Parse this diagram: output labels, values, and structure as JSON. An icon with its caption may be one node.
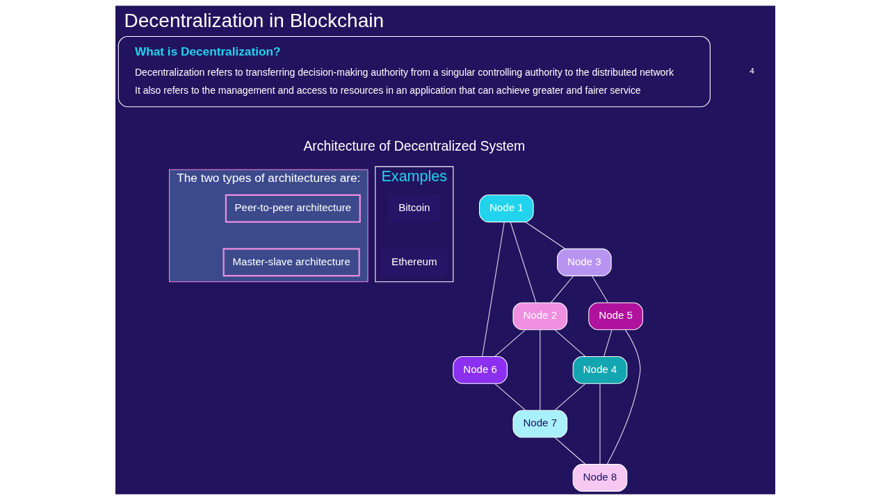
{
  "diagram": {
    "title": "Decentralization in Blockchain",
    "nodes": [
      {
        "text": [
          "What is Decentralization?",
          "Decentralization refers to transferring decision-making authority from a singular controlling authority to the distributed network",
          "It also refers to the management and access to resources in an application that can achieve greater and fairer service"
        ]
      },
      {
        "text": [
          "The two types of architectures are:"
        ]
      },
      {
        "text": [
          "Peer-to-peer architecture"
        ],
        "in": 1
      },
      {
        "text": [
          "Master-slave architecture"
        ],
        "in": 1
      },
      {
        "text": [
          "Node 1"
        ]
      },
      {
        "text": [
          "Node 2"
        ]
      },
      {
        "text": [
          "Node 3"
        ]
      },
      {
        "text": [
          "Node 4"
        ]
      },
      {
        "text": [
          "Node 5"
        ]
      },
      {
        "text": [
          "Node 6"
        ]
      },
      {
        "text": [
          "Node 7"
        ]
      },
      {
        "text": [
          "Node 8"
        ]
      },
      {
        "text": [
          "Examples"
        ]
      },
      {
        "text": [
          "Bitcoin"
        ],
        "in": 12
      },
      {
        "text": [
          "Ethereum"
        ],
        "in": 12
      }
    ],
    "edges": [
      {
        "from": 4,
        "to": 6,
        "arrow": "none"
      },
      {
        "from": 4,
        "to": 5,
        "arrow": "none"
      },
      {
        "from": 4,
        "to": 9,
        "arrow": "none"
      },
      {
        "from": 6,
        "to": 5,
        "arrow": "none"
      },
      {
        "from": 6,
        "to": 8,
        "arrow": "none"
      },
      {
        "from": 5,
        "to": 9,
        "arrow": "none"
      },
      {
        "from": 5,
        "to": 7,
        "arrow": "none"
      },
      {
        "from": 5,
        "to": 10,
        "arrow": "none"
      },
      {
        "from": 8,
        "to": 7,
        "arrow": "none"
      },
      {
        "from": 8,
        "to": 11,
        "arrow": "none"
      },
      {
        "from": 9,
        "to": 10,
        "arrow": "none"
      },
      {
        "from": 7,
        "to": 10,
        "arrow": "none"
      },
      {
        "from": 7,
        "to": 11,
        "arrow": "none"
      },
      {
        "from": 10,
        "to": 11,
        "arrow": "none"
      }
    ],
    "labels": [
      "Architecture of Decentralized System",
      "4"
    ]
  }
}
